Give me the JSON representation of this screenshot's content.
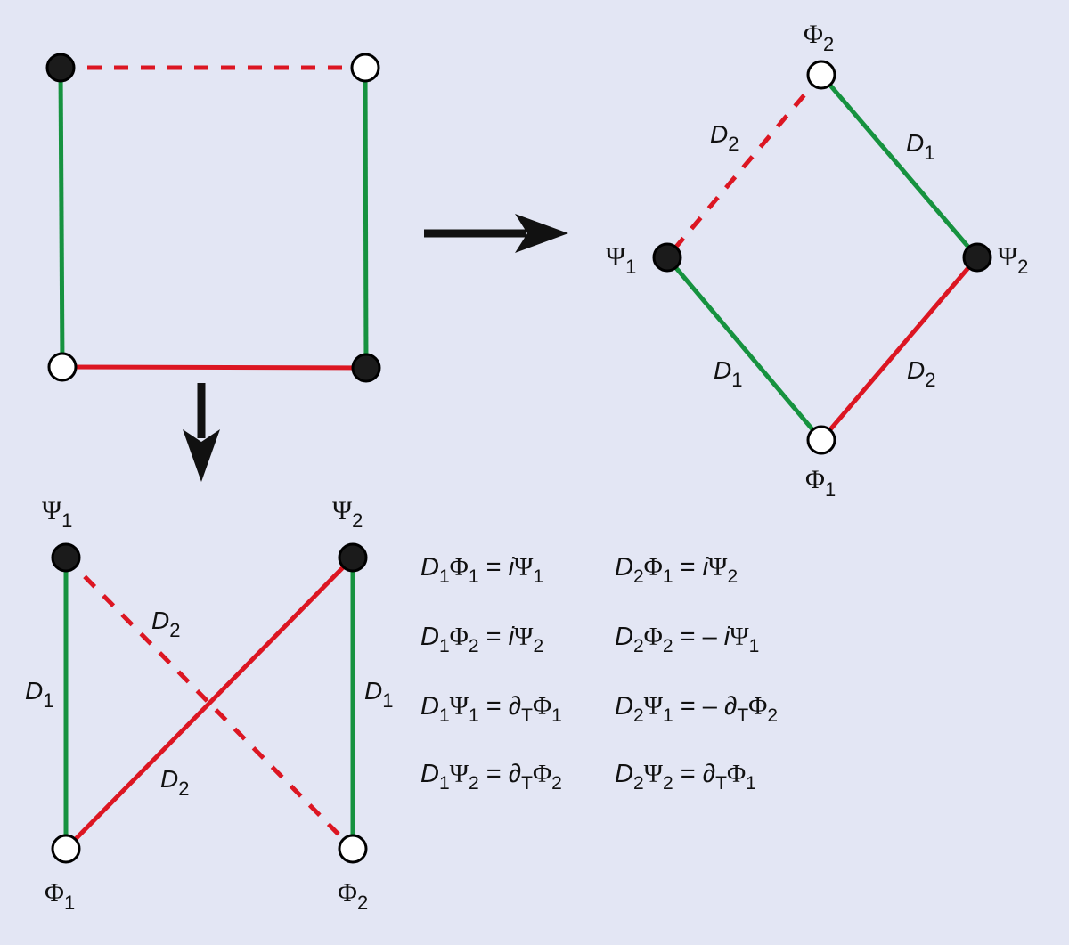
{
  "colors": {
    "background": "#e3e6f4",
    "D1_edge": "#16923f",
    "D2_edge": "#dc1622",
    "filled_node": "#1b1b1b",
    "open_node": "#ffffff",
    "arrow": "#111111"
  },
  "square": {
    "nodes": [
      {
        "name": "top-left",
        "fill": "filled"
      },
      {
        "name": "top-right",
        "fill": "open"
      },
      {
        "name": "bottom-left",
        "fill": "open"
      },
      {
        "name": "bottom-right",
        "fill": "filled"
      }
    ],
    "edges": [
      {
        "name": "top",
        "op": "D2",
        "style": "dashed"
      },
      {
        "name": "left",
        "op": "D1",
        "style": "solid"
      },
      {
        "name": "right",
        "op": "D1",
        "style": "solid"
      },
      {
        "name": "bottom",
        "op": "D2",
        "style": "solid"
      }
    ]
  },
  "arrows": [
    {
      "name": "arrow-right",
      "direction": "right"
    },
    {
      "name": "arrow-down",
      "direction": "down"
    }
  ],
  "diamond": {
    "nodes": {
      "top": {
        "symbol": "Φ",
        "sub": "2",
        "fill": "open"
      },
      "left": {
        "symbol": "Ψ",
        "sub": "1",
        "fill": "filled"
      },
      "right": {
        "symbol": "Ψ",
        "sub": "2",
        "fill": "filled"
      },
      "bottom": {
        "symbol": "Φ",
        "sub": "1",
        "fill": "open"
      }
    },
    "edge_labels": {
      "top_left": {
        "letter": "D",
        "sub": "2"
      },
      "top_right": {
        "letter": "D",
        "sub": "1"
      },
      "bottom_left": {
        "letter": "D",
        "sub": "1"
      },
      "bottom_right": {
        "letter": "D",
        "sub": "2"
      }
    }
  },
  "crossed": {
    "nodes": {
      "top_left": {
        "symbol": "Ψ",
        "sub": "1",
        "fill": "filled"
      },
      "top_right": {
        "symbol": "Ψ",
        "sub": "2",
        "fill": "filled"
      },
      "bottom_left": {
        "symbol": "Φ",
        "sub": "1",
        "fill": "open"
      },
      "bottom_right": {
        "symbol": "Φ",
        "sub": "2",
        "fill": "open"
      }
    },
    "edge_labels": {
      "left": {
        "letter": "D",
        "sub": "1"
      },
      "right": {
        "letter": "D",
        "sub": "1"
      },
      "dashed": {
        "letter": "D",
        "sub": "2"
      },
      "diagonal": {
        "letter": "D",
        "sub": "2"
      }
    }
  },
  "equations": [
    [
      [
        "D",
        "1"
      ],
      [
        "Φ",
        "1"
      ],
      [
        " = "
      ],
      [
        "i",
        "",
        "it"
      ],
      [
        "Ψ",
        "1"
      ]
    ],
    [
      [
        "D",
        "2"
      ],
      [
        "Φ",
        "1"
      ],
      [
        " = "
      ],
      [
        "i",
        "",
        "it"
      ],
      [
        "Ψ",
        "2"
      ]
    ],
    [
      [
        "D",
        "1"
      ],
      [
        "Φ",
        "2"
      ],
      [
        " = "
      ],
      [
        "i",
        "",
        "it"
      ],
      [
        "Ψ",
        "2"
      ]
    ],
    [
      [
        "D",
        "2"
      ],
      [
        "Φ",
        "2"
      ],
      [
        " = – "
      ],
      [
        "i",
        "",
        "it"
      ],
      [
        "Ψ",
        "1"
      ]
    ],
    [
      [
        "D",
        "1"
      ],
      [
        "Ψ",
        "1"
      ],
      [
        " = "
      ],
      [
        "∂",
        "T"
      ],
      [
        "Φ",
        "1"
      ]
    ],
    [
      [
        "D",
        "2"
      ],
      [
        "Ψ",
        "1"
      ],
      [
        " = – "
      ],
      [
        "∂",
        "T"
      ],
      [
        "Φ",
        "2"
      ]
    ],
    [
      [
        "D",
        "1"
      ],
      [
        "Ψ",
        "2"
      ],
      [
        " = "
      ],
      [
        "∂",
        "T"
      ],
      [
        "Φ",
        "2"
      ]
    ],
    [
      [
        "D",
        "2"
      ],
      [
        "Ψ",
        "2"
      ],
      [
        " = "
      ],
      [
        "∂",
        "T"
      ],
      [
        "Φ",
        "1"
      ]
    ]
  ]
}
